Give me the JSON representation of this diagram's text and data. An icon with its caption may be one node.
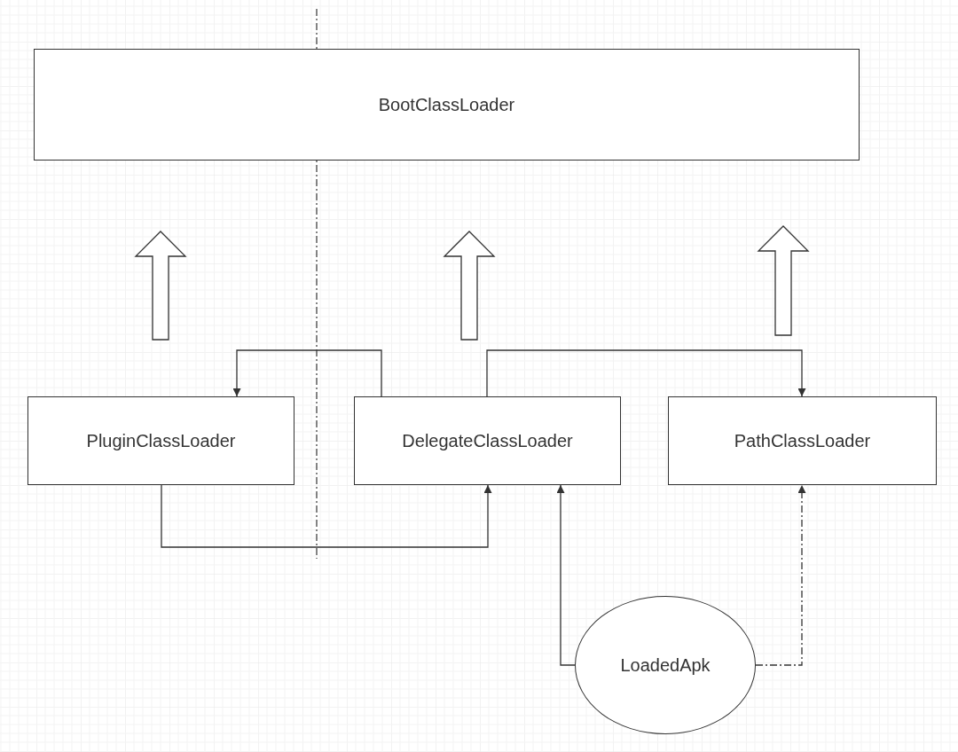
{
  "diagram": {
    "nodes": [
      {
        "text": [
          "BootClassLoader"
        ]
      },
      {
        "text": [
          "PluginClassLoader"
        ]
      },
      {
        "text": [
          "DelegateClassLoader"
        ]
      },
      {
        "text": [
          "PathClassLoader"
        ]
      },
      {
        "text": [
          "LoadedApk"
        ]
      }
    ],
    "edges": [
      {
        "from": 1,
        "to": 0,
        "arrow": "to",
        "style": "thick"
      },
      {
        "from": 2,
        "to": 0,
        "arrow": "to",
        "style": "thick"
      },
      {
        "from": 3,
        "to": 0,
        "arrow": "to",
        "style": "thick"
      },
      {
        "from": 2,
        "to": 1,
        "arrow": "to"
      },
      {
        "from": 2,
        "to": 3,
        "arrow": "to"
      },
      {
        "from": 1,
        "to": 2,
        "arrow": "to"
      },
      {
        "from": 4,
        "to": 2,
        "arrow": "to"
      },
      {
        "from": 4,
        "to": 3,
        "arrow": "to",
        "style": "dashed"
      }
    ]
  }
}
